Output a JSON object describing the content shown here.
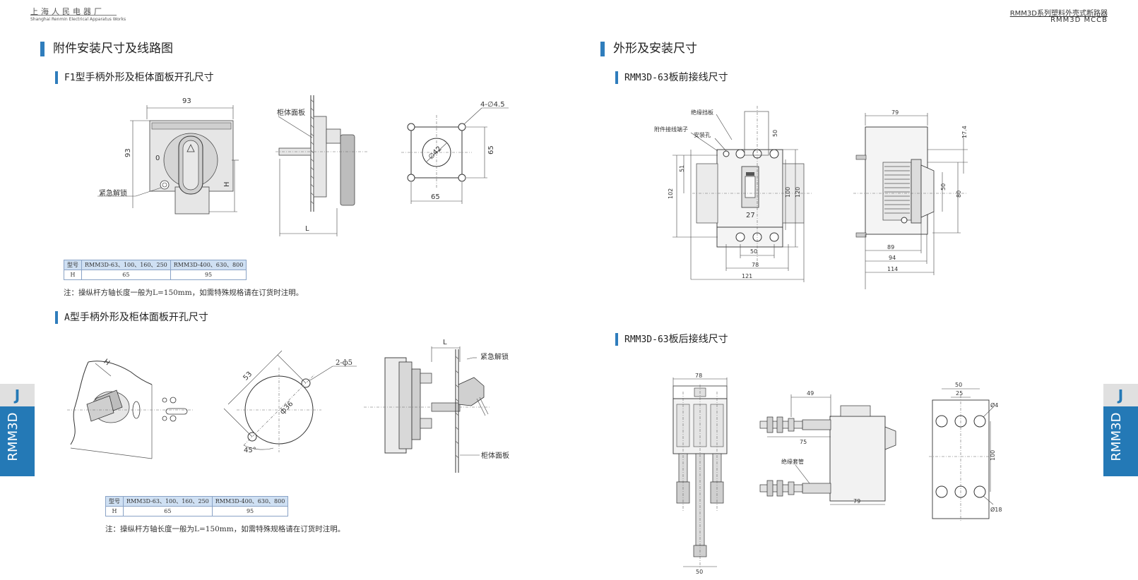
{
  "header": {
    "company_cn": "上海人民电器厂",
    "company_en": "Shanghai Renmin Electrical Apparatus Works",
    "series_title": "RMM3D系列塑料外壳式断路器",
    "series_sub": "RMM3D   MCCB"
  },
  "side_tab": {
    "letter": "J",
    "label": "RMM3D"
  },
  "left": {
    "section_title": "附件安装尺寸及线路图",
    "f1": {
      "title_prefix": "F1",
      "title_rest": "型手柄外形及柜体面板开孔尺寸",
      "labels": {
        "width_93": "93",
        "height_93": "93",
        "zero": "0",
        "h": "H",
        "emergency_unlock": "紧急解锁",
        "cabinet_panel": "柜体面板",
        "l": "L",
        "holes": "4-∅4.5",
        "dia_42": "∅42",
        "dim_65_v": "65",
        "dim_65_h": "65"
      },
      "table": {
        "header": [
          "型号",
          "RMM3D-63、100、160、250",
          "RMM3D-400、630、800"
        ],
        "row": [
          "H",
          "65",
          "95"
        ]
      },
      "note": "注：操纵杆方轴长度一般为L=150mm，如需特殊规格请在订货时注明。"
    },
    "a_type": {
      "title_prefix": "A",
      "title_rest": "型手柄外形及柜体面板开孔尺寸",
      "labels": {
        "h": "H",
        "dim_53": "53",
        "holes": "2-ф5",
        "dia_36": "ф36",
        "angle_45": "45°",
        "l": "L",
        "emergency_unlock": "紧急解锁",
        "cabinet_panel": "柜体面板"
      },
      "table": {
        "header": [
          "型号",
          "RMM3D-63、100、160、250",
          "RMM3D-400、630、800"
        ],
        "row": [
          "H",
          "65",
          "95"
        ]
      },
      "note": "注：操纵杆方轴长度一般为L=150mm，如需特殊规格请在订货时注明。"
    }
  },
  "right": {
    "section_title": "外形及安装尺寸",
    "front": {
      "title_prefix": "RMM3D-63",
      "title_rest": "板前接线尺寸",
      "labels": {
        "insulation_plate": "绝缘挡板",
        "accessory_terminal": "附件接线端子",
        "mounting_hole": "安装孔",
        "d50_top": "50",
        "d51": "51",
        "d102": "102",
        "d100": "100",
        "d120": "120",
        "d50_bot": "50",
        "d78": "78",
        "d121": "121",
        "d27": "27",
        "d79": "79",
        "d17_4": "17.4",
        "d50_side": "50",
        "d80": "80",
        "d89": "89",
        "d94": "94",
        "d114": "114"
      }
    },
    "rear": {
      "title_prefix": "RMM3D-63",
      "title_rest": "板后接线尺寸",
      "labels": {
        "d78": "78",
        "d50_bottom": "50",
        "d49": "49",
        "d75": "75",
        "insulation_tube": "绝缘套管",
        "d79": "79",
        "d50_top": "50",
        "d25": "25",
        "dia_4": "Ø4",
        "d100": "100",
        "dia_18": "Ø18"
      }
    }
  }
}
